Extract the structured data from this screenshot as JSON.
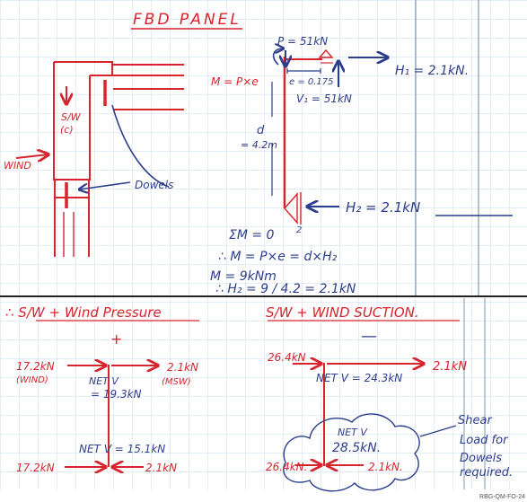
{
  "title": "FBD PANEL",
  "diagram": {
    "p_label": "P = 51kN",
    "m_label": "M = P×e",
    "e_label": "e = 0.175",
    "v1_label": "V₁ = 51kN",
    "h1_label": "H₁ = 2.1kN.",
    "d_label": "d",
    "d_value": "= 4.2m",
    "h2_label": "H₂ = 2.1kN",
    "support_num": "2",
    "slw_label": "S/W",
    "slw_sub": "(c)",
    "wind_label": "WIND",
    "dowels_label": "Dowels"
  },
  "equations": {
    "eq1": "ΣM = 0",
    "eq2": "∴ M = P×e = d×H₂",
    "eq3": "M = 9kNm",
    "eq4": "∴ H₂ = 9 / 4.2 = 2.1kN"
  },
  "case_pressure": {
    "heading": "∴ S/W + Wind Pressure",
    "sign": "+",
    "top_left_force": "17.2kN",
    "top_left_note": "(WIND)",
    "top_right_force": "2.1kN",
    "top_right_note": "(MSW)",
    "net_v_label": "NET V",
    "net_v_value": "= 19.3kN",
    "bottom_net": "NET V = 15.1kN",
    "bottom_left_force": "17.2kN",
    "bottom_right_force": "2.1kN"
  },
  "case_suction": {
    "heading": "S/W + WIND SUCTION.",
    "sign": "—",
    "top_left_force": "26.4kN",
    "top_right_force": "2.1kN",
    "net_v": "NET V = 24.3kN",
    "cloud_net_label": "NET V",
    "cloud_net_value": "28.5kN.",
    "bottom_left_force": "26.4kN.",
    "bottom_right_force": "2.1kN.",
    "note_line1": "Shear",
    "note_line2": "Load for",
    "note_line3": "Dowels",
    "note_line4": "required."
  },
  "doc_ref": "RBG-QM-FO-24"
}
